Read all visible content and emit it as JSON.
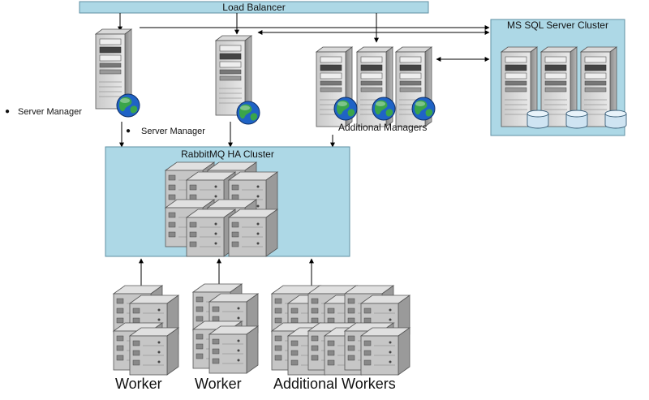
{
  "labels": {
    "load_balancer": "Load Balancer",
    "sql_cluster": "MS SQL Server Cluster",
    "rabbitmq_cluster": "RabbitMQ HA Cluster",
    "server_manager_1": "Server Manager",
    "server_manager_2": "Server Manager",
    "additional_managers": "Additional Managers",
    "worker_1": "Worker",
    "worker_2": "Worker",
    "additional_workers": "Additional Workers"
  },
  "colors": {
    "cluster_fill": "#add8e6",
    "cluster_stroke": "#5f8fa3",
    "server_dark": "#6d6d6d",
    "server_mid": "#a9a9a9",
    "server_light": "#d8d8d8",
    "globe_blue": "#1f63c6",
    "globe_green": "#3aa54a",
    "db_fill": "#cfe4f2"
  },
  "icons": {
    "tower": "server-tower-icon",
    "globe": "globe-icon",
    "rack": "rack-server-icon",
    "database": "database-icon"
  }
}
